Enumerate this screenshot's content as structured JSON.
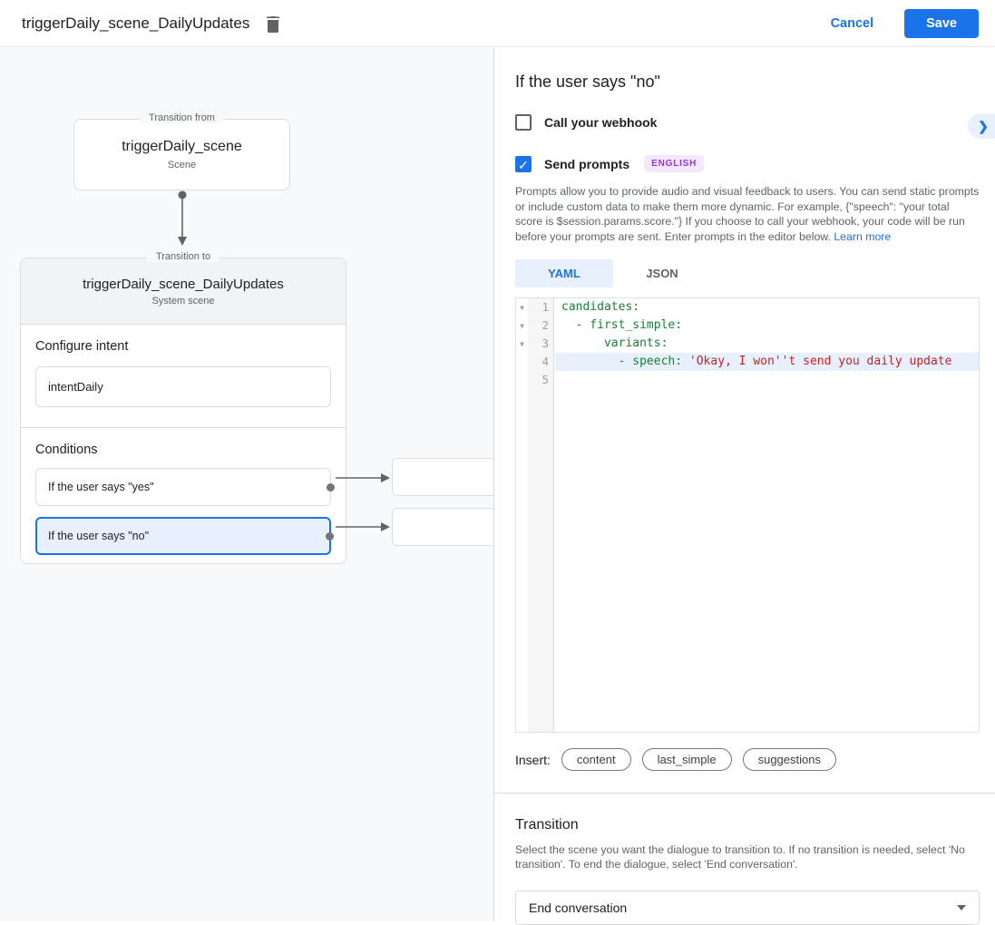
{
  "colors": {
    "accent": "#1a73e8",
    "selected_bg": "#e8f0fe",
    "yaml_key": "#188038",
    "yaml_string": "#c5221f",
    "badge_bg": "#f3e8fd",
    "badge_text": "#9334e6"
  },
  "header": {
    "title": "triggerDaily_scene_DailyUpdates",
    "cancel_label": "Cancel",
    "save_label": "Save"
  },
  "diagram": {
    "from_node": {
      "frame_label": "Transition from",
      "title": "triggerDaily_scene",
      "subtitle": "Scene"
    },
    "to_node": {
      "frame_label": "Transition to",
      "title": "triggerDaily_scene_DailyUpdates",
      "subtitle": "System scene",
      "intent_section": {
        "heading": "Configure intent",
        "intent_name": "intentDaily"
      },
      "conditions_section": {
        "heading": "Conditions",
        "items": [
          {
            "label": "If the user says \"yes\"",
            "selected": false
          },
          {
            "label": "If the user says \"no\"",
            "selected": true
          }
        ]
      }
    }
  },
  "panel": {
    "title": "If the user says \"no\"",
    "webhook_checkbox": {
      "label": "Call your webhook",
      "checked": false
    },
    "prompts_checkbox": {
      "label": "Send prompts",
      "checked": true,
      "badge": "ENGLISH",
      "check_glyph": "✓"
    },
    "description": "Prompts allow you to provide audio and visual feedback to users. You can send static prompts or include custom data to make them more dynamic. For example, {\"speech\": \"your total score is $session.params.score.\"} If you choose to call your webhook, your code will be run before your prompts are sent. Enter prompts in the editor below. ",
    "learn_more_label": "Learn more",
    "tabs": [
      {
        "label": "YAML",
        "active": true
      },
      {
        "label": "JSON",
        "active": false
      }
    ],
    "editor": {
      "lines": [
        {
          "num": "1",
          "fold": true,
          "highlight": false,
          "parts": [
            {
              "t": "candidates:",
              "c": "key"
            }
          ]
        },
        {
          "num": "2",
          "fold": true,
          "highlight": false,
          "parts": [
            {
              "t": "  - first_simple:",
              "c": "key"
            }
          ]
        },
        {
          "num": "3",
          "fold": true,
          "highlight": false,
          "parts": [
            {
              "t": "      variants:",
              "c": "key"
            }
          ]
        },
        {
          "num": "4",
          "fold": false,
          "highlight": true,
          "parts": [
            {
              "t": "        - speech: ",
              "c": "key"
            },
            {
              "t": "'Okay, I won''t send you daily update",
              "c": "str"
            }
          ]
        },
        {
          "num": "5",
          "fold": false,
          "highlight": false,
          "parts": []
        }
      ]
    },
    "insert": {
      "label": "Insert:",
      "chips": [
        "content",
        "last_simple",
        "suggestions"
      ]
    },
    "transition": {
      "heading": "Transition",
      "description": "Select the scene you want the dialogue to transition to. If no transition is needed, select 'No transition'. To end the dialogue, select 'End conversation'.",
      "dropdown_value": "End conversation"
    }
  }
}
